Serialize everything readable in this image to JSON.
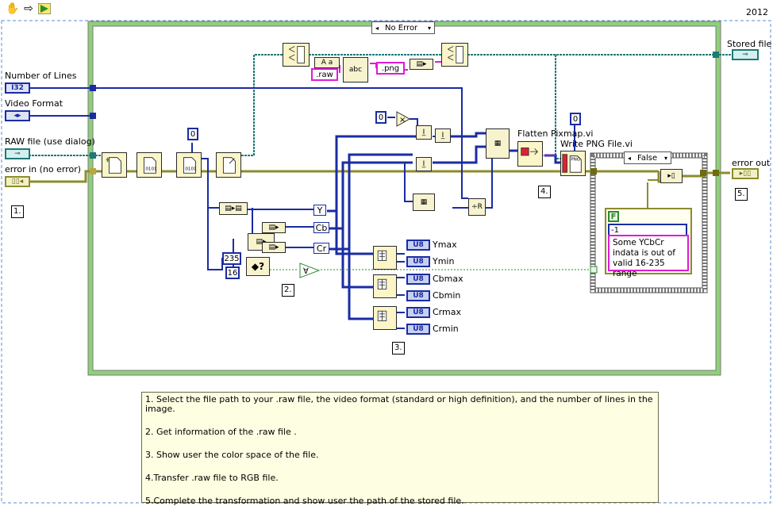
{
  "toolbar": {
    "icons": [
      "run-continuous-hand-icon",
      "arrow-icon",
      "run-icon"
    ]
  },
  "version_year": "2012",
  "case_structure": {
    "selector_value": "No Error"
  },
  "inner_case_structure": {
    "selector_value": "False"
  },
  "controls": {
    "number_of_lines": {
      "label": "Number of Lines",
      "type": "I32"
    },
    "video_format": {
      "label": "Video Format",
      "type": "enum"
    },
    "raw_file": {
      "label": "RAW file (use dialog)",
      "type": "path"
    },
    "error_in": {
      "label": "error in (no error)",
      "type": "cluster"
    }
  },
  "indicators": {
    "stored_file": {
      "label": "Stored file",
      "type": "path"
    },
    "error_out": {
      "label": "error out",
      "type": "cluster"
    },
    "ymax": {
      "label": "Ymax",
      "type": "U8"
    },
    "ymin": {
      "label": "Ymin",
      "type": "U8"
    },
    "cbmax": {
      "label": "Cbmax",
      "type": "U8"
    },
    "cbmin": {
      "label": "Cbmin",
      "type": "U8"
    },
    "crmax": {
      "label": "Crmax",
      "type": "U8"
    },
    "crmin": {
      "label": "Crmin",
      "type": "U8"
    }
  },
  "constants": {
    "zero_a": "0",
    "zero_b": "0",
    "zero_c": "0",
    "c235": "235",
    "c16": "16",
    "raw_ext": ".raw",
    "png_ext": ".png",
    "false_const": "F",
    "neg_one": "-1",
    "error_message": "Some YCbCr indata is out of valid 16-235 range"
  },
  "unbundle_labels": {
    "y": "Y",
    "cb": "Cb",
    "cr": "Cr"
  },
  "subvi_labels": {
    "flatten_pixmap": "Flatten Pixmap.vi",
    "write_png": "Write PNG File.vi"
  },
  "step_labels": {
    "s1": "1.",
    "s2": "2.",
    "s3": "3.",
    "s4": "4.",
    "s5": "5."
  },
  "notes": [
    "1. Select the file path to your .raw file, the video format (standard or high definition), and the number of lines in the image.",
    "2. Get information of the .raw file .",
    "3. Show user the color space of the file.",
    "4.Transfer .raw file to RGB file.",
    "5.Complete the transformation and show user the path of the stored file."
  ],
  "colors": {
    "numeric_wire": "#1a2ca3",
    "path_wire": "#1d7a74",
    "error_wire": "#8c8c2c",
    "string_wire": "#e01bd5",
    "boolean_wire": "#2c8a2c",
    "case_frame": "#8fd07a"
  }
}
